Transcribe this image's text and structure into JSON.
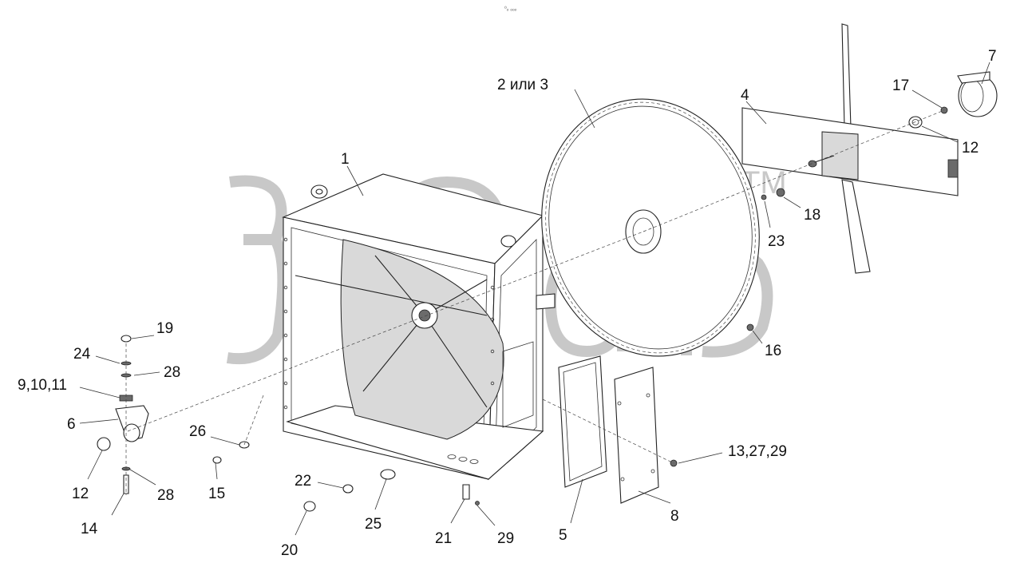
{
  "diagram": {
    "top_mark": "⁰ₒ ₒₒₒ",
    "watermark": {
      "symbol": "TM"
    },
    "callouts": {
      "c1": "1",
      "c2or3": "2 или 3",
      "c4": "4",
      "c5": "5",
      "c6": "6",
      "c7": "7",
      "c8": "8",
      "c9_10_11": "9,10,11",
      "c12_left": "12",
      "c12_right": "12",
      "c13_27_29": "13,27,29",
      "c14": "14",
      "c15": "15",
      "c16": "16",
      "c17": "17",
      "c18": "18",
      "c19": "19",
      "c20": "20",
      "c21": "21",
      "c22": "22",
      "c23": "23",
      "c24": "24",
      "c25": "25",
      "c26": "26",
      "c28_upper": "28",
      "c28_lower": "28",
      "c29": "29"
    }
  }
}
